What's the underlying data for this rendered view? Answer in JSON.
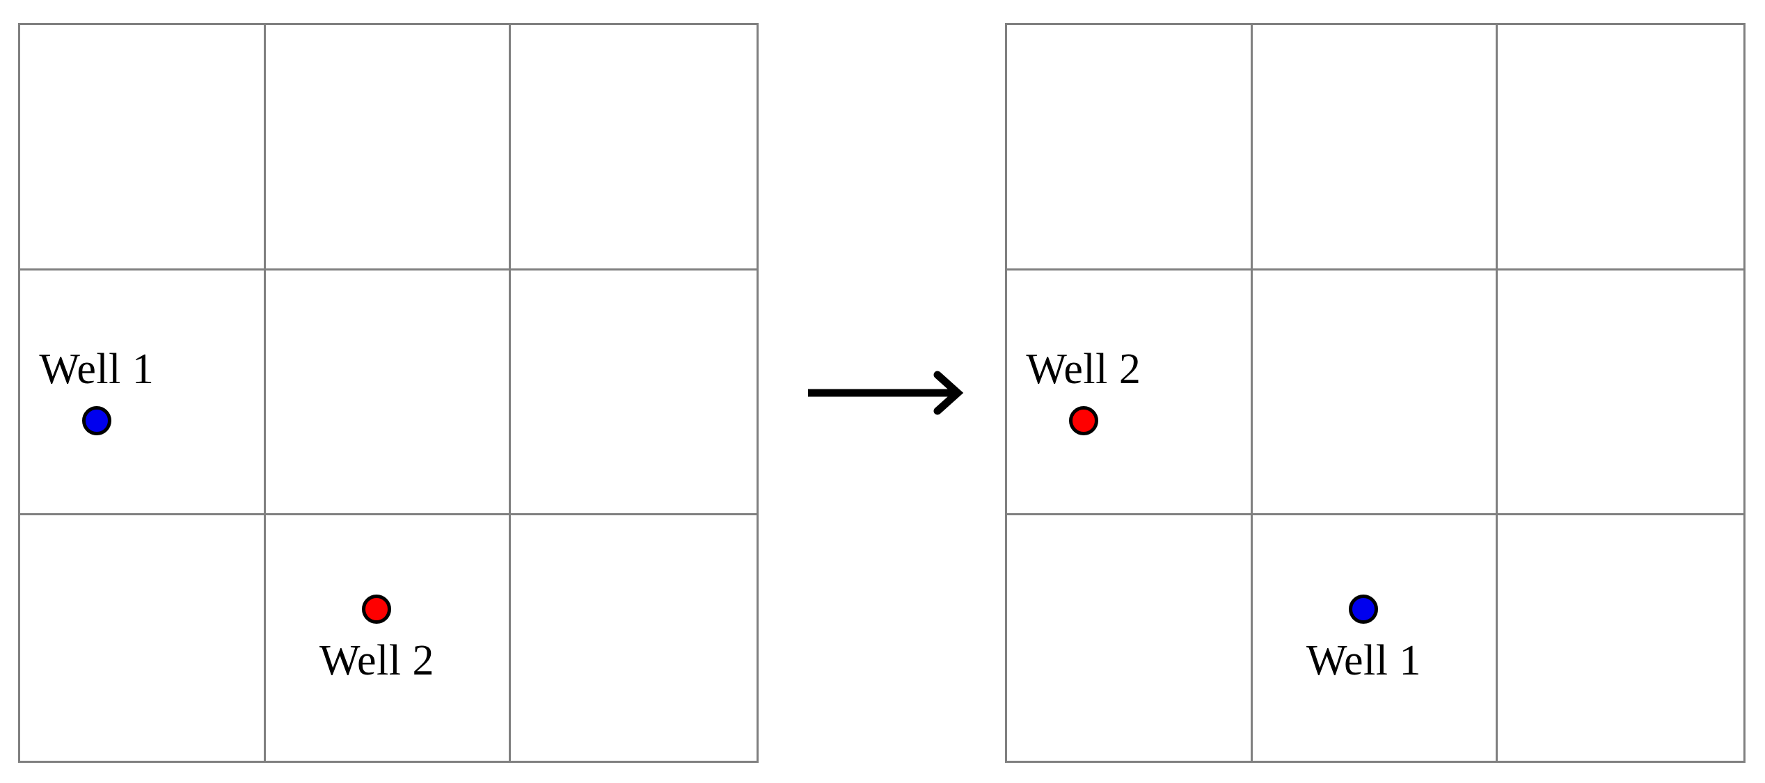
{
  "figure": {
    "type": "diagram",
    "description": "Two 3x3 grids connected by a right arrow showing two wells swapping identities/positions",
    "colors": {
      "grid_line": "#808080",
      "well_1_color": "#0000ee",
      "well_2_color": "#fe0000",
      "marker_outline": "#000000",
      "arrow": "#000000",
      "background": "#ffffff"
    }
  },
  "panels": [
    {
      "id": "before",
      "grid": {
        "rows": 3,
        "cols": 3
      },
      "markers": [
        {
          "label": "Well 1",
          "color_name": "blue",
          "color": "#0000ee",
          "row": 2,
          "col": 1,
          "label_position": "above"
        },
        {
          "label": "Well 2",
          "color_name": "red",
          "color": "#fe0000",
          "row": 3,
          "col": 2,
          "label_position": "below"
        }
      ]
    },
    {
      "id": "after",
      "grid": {
        "rows": 3,
        "cols": 3
      },
      "markers": [
        {
          "label": "Well 2",
          "color_name": "red",
          "color": "#fe0000",
          "row": 2,
          "col": 1,
          "label_position": "above"
        },
        {
          "label": "Well 1",
          "color_name": "blue",
          "color": "#0000ee",
          "row": 3,
          "col": 2,
          "label_position": "below"
        }
      ]
    }
  ],
  "connector": {
    "icon": "right-arrow-icon",
    "direction": "right",
    "label": ""
  }
}
